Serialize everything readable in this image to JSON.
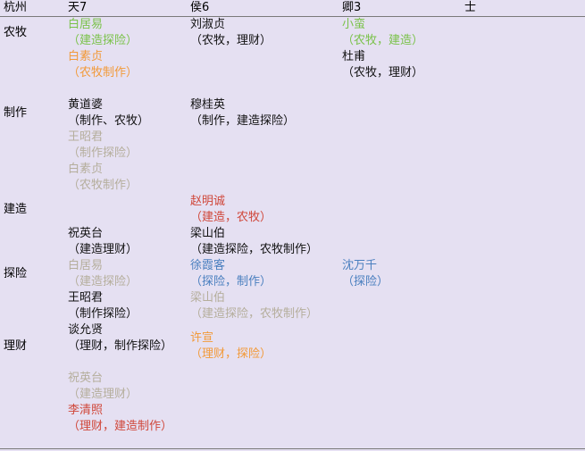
{
  "header": {
    "region": "杭州",
    "col_tian": "天7",
    "col_hou": "侯6",
    "col_qing": "卿3",
    "col_shi": "士"
  },
  "rows": {
    "nongmu": "农牧",
    "zhizuo": "制作",
    "jianzao": "建造",
    "tanxian": "探险",
    "licai": "理财"
  },
  "entries": {
    "e1": {
      "name": "白居易",
      "desc": "（建造探险）"
    },
    "e2": {
      "name": "白素贞",
      "desc": "（农牧制作）"
    },
    "e3": {
      "name": "刘淑贞",
      "desc": "（农牧，理财）"
    },
    "e4": {
      "name": "小蛮",
      "desc": "（农牧，建造）"
    },
    "e5": {
      "name": "杜甫",
      "desc": "（农牧，理财）"
    },
    "e6": {
      "name": "黄道婆",
      "desc": "（制作、农牧）"
    },
    "e7": {
      "name": "王昭君",
      "desc": "（制作探险）"
    },
    "e8": {
      "name": "白素贞",
      "desc": "（农牧制作）"
    },
    "e9": {
      "name": "穆桂英",
      "desc": "（制作，建造探险）"
    },
    "e10": {
      "name": "赵明诚",
      "desc": "（建造，农牧）"
    },
    "e11": {
      "name": "祝英台",
      "desc": "（建造理财）"
    },
    "e12": {
      "name": "梁山伯",
      "desc": "（建造探险，农牧制作）"
    },
    "e13": {
      "name": "白居易",
      "desc": "（建造探险）"
    },
    "e14": {
      "name": "王昭君",
      "desc": "（制作探险）"
    },
    "e15": {
      "name": "徐霞客",
      "desc": "（探险，制作）"
    },
    "e16": {
      "name": "梁山伯",
      "desc": "（建造探险，农牧制作）"
    },
    "e17": {
      "name": "沈万千",
      "desc": "（探险）"
    },
    "e18": {
      "name": "谈允贤",
      "desc": "（理财，制作探险）"
    },
    "e19": {
      "name": "祝英台",
      "desc": "（建造理财）"
    },
    "e20": {
      "name": "李清照",
      "desc": "（理财，建造制作）"
    },
    "e21": {
      "name": "许宣",
      "desc": "（理财，探险）"
    }
  },
  "colors": {
    "background": "#e5e0f2",
    "green": "#7ac24a",
    "orange": "#f29a3a",
    "grey": "#b5ae9c",
    "red": "#d0473a",
    "blue": "#4a7fbf"
  }
}
